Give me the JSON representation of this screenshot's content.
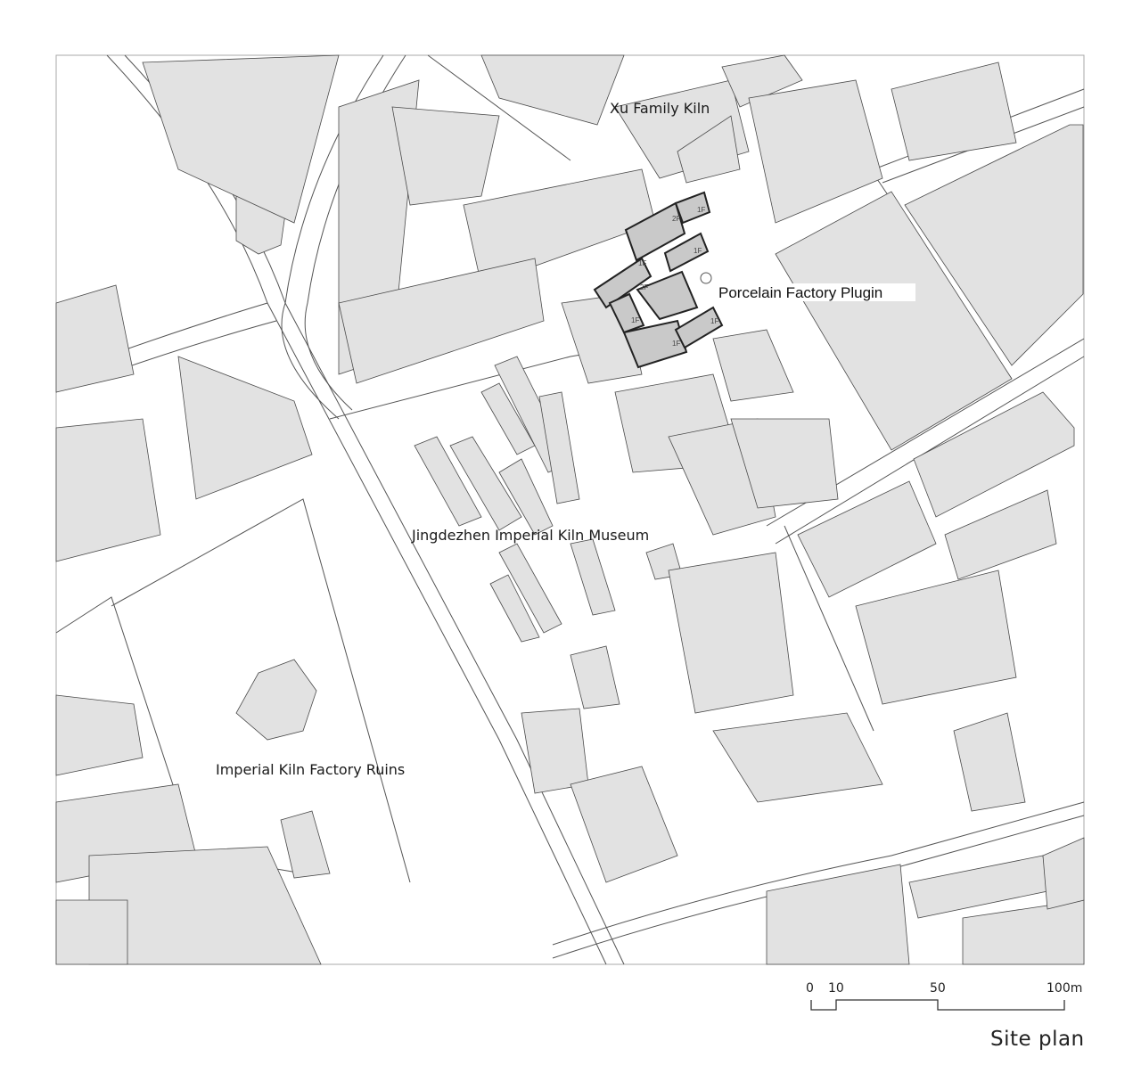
{
  "labels": {
    "xu_family_kiln": "Xu Family Kiln",
    "porcelain_factory_plugin": "Porcelain Factory Plugin",
    "museum": "Jingdezhen Imperial Kiln Museum",
    "ruins": "Imperial Kiln Factory Ruins"
  },
  "floor_labels": [
    "2F",
    "1F",
    "1F",
    "1F",
    "2F",
    "1F",
    "1F",
    "1F"
  ],
  "scale_bar": {
    "ticks": [
      "0",
      "10",
      "50",
      "100m"
    ]
  },
  "title": "Site plan",
  "colors": {
    "building_fill": "#e2e2e2",
    "outline": "#4a4a4a",
    "project_fill": "#c9c9c9",
    "background": "#ffffff"
  }
}
